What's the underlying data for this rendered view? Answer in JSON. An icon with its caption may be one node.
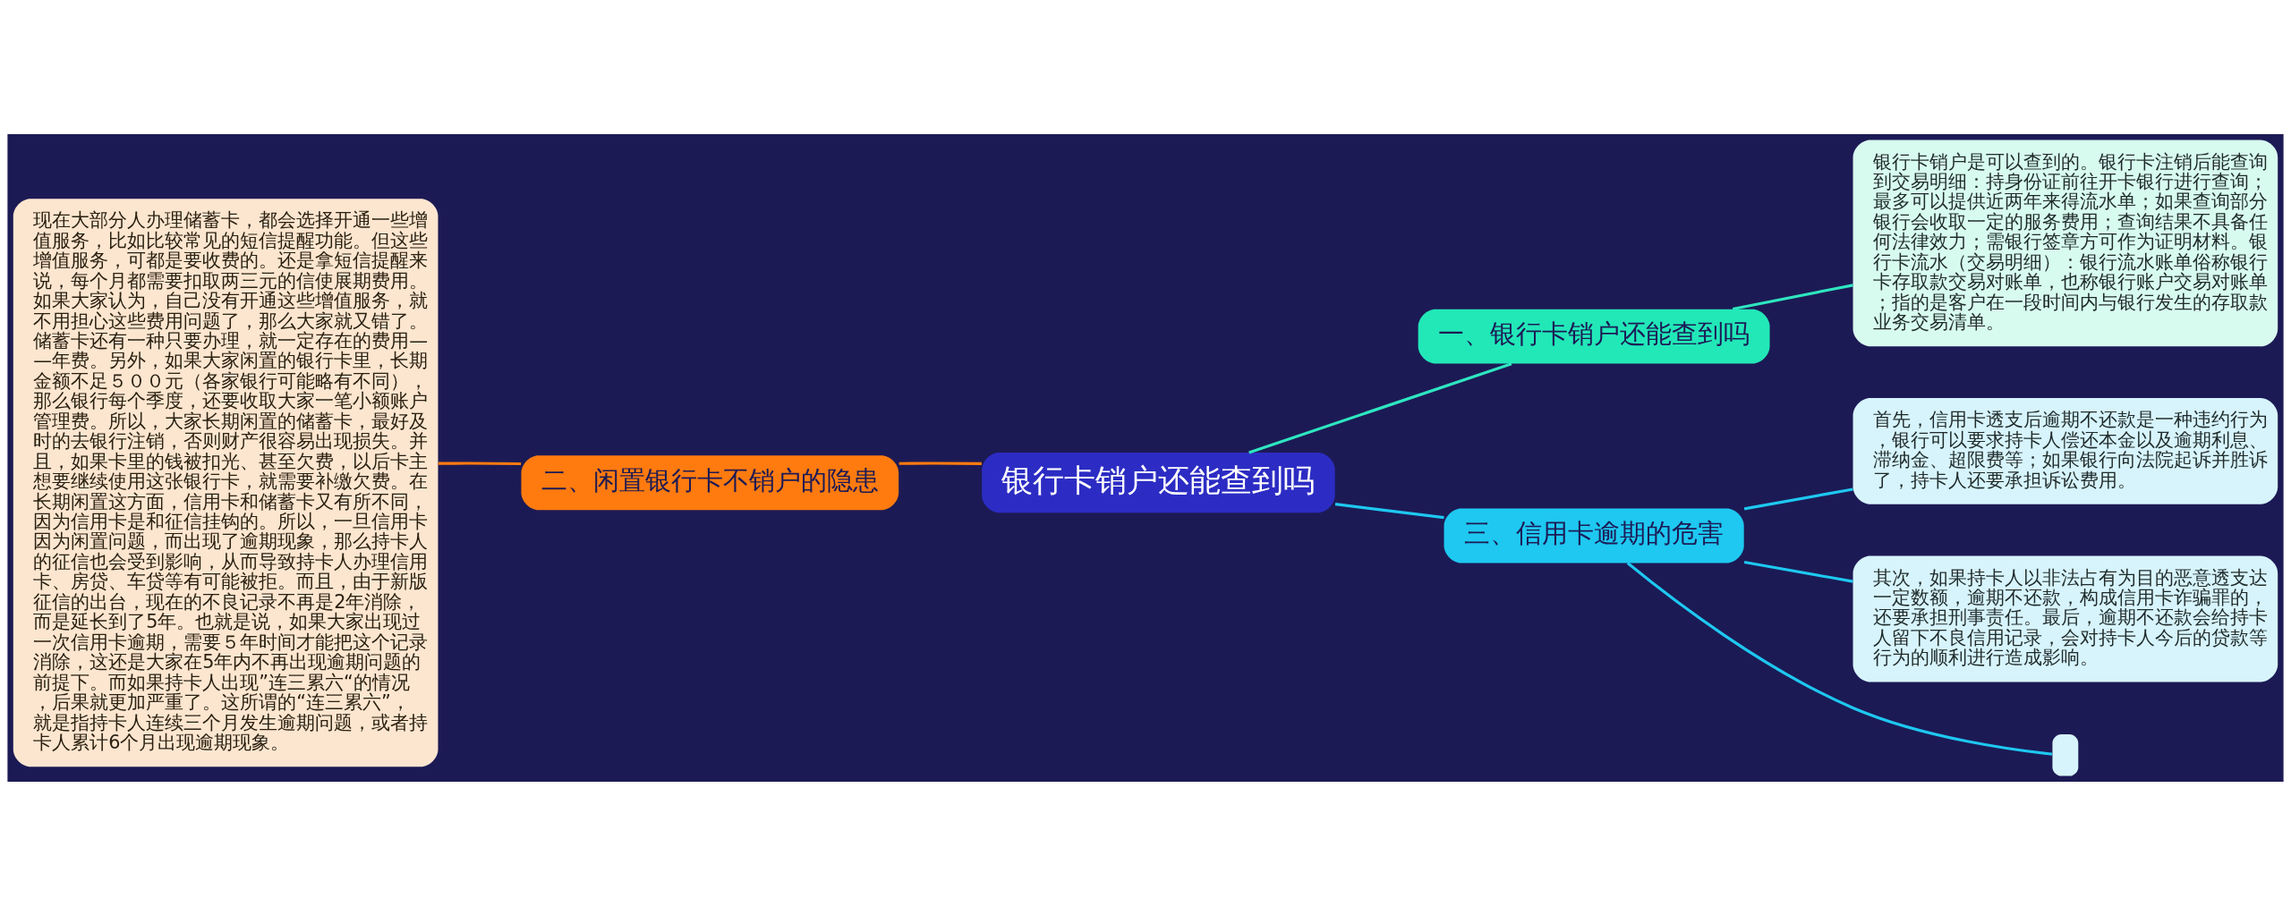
{
  "diagram": {
    "nodes": [
      {
        "text": [
          "银行卡销户还能查到吗"
        ]
      },
      {
        "text": [
          "一、银行卡销户还能查到吗"
        ]
      },
      {
        "text": [
          "银行卡销户是可以查到的。银行卡注销后能查询到交易明细：持身份证前往开卡银行进行查询；最多可以提供近两年来得流水单；如果查询部分银行会收取一定的服务费用；查询结果不具备任何法律效力；需银行签章方可作为证明材料。银行卡流水（交易明细）：银行流水账单俗称银行卡存取款交易对账单，也称银行账户交易对账单；指的是客户在一段时间内与银行发生的存取款业务交易清单。"
        ]
      },
      {
        "text": [
          "二、闲置银行卡不销户的隐患"
        ]
      },
      {
        "text": [
          "现在大部分人办理储蓄卡，都会选择开通一些增值服务，比如比较常见的短信提醒功能。但这些增值服务，可都是要收费的。还是拿短信提醒来说，每个月都需要扣取两三元的信使展期费用。如果大家认为，自己没有开通这些增值服务，就不用担心这些费用问题了，那么大家就又错了。储蓄卡还有一种只要办理，就一定存在的费用——年费。另外，如果大家闲置的银行卡里，长期金额不足５００元（各家银行可能略有不同），那么银行每个季度，还要收取大家一笔小额账户管理费。所以，大家长期闲置的储蓄卡，最好及时的去银行注销，否则财产很容易出现损失。并且，如果卡里的钱被扣光、甚至欠费，以后卡主想要继续使用这张银行卡，就需要补缴欠费。在长期闲置这方面，信用卡和储蓄卡又有所不同，因为信用卡是和征信挂钩的。所以，一旦信用卡因为闲置问题，而出现了逾期现象，那么持卡人的征信也会受到影响，从而导致持卡人办理信用卡、房贷、车贷等有可能被拒。而且，由于新版征信的出台，现在的不良记录不再是2年消除，而是延长到了5年。也就是说，如果大家出现过一次信用卡逾期，需要５年时间才能把这个记录消除，这还是大家在5年内不再出现逾期问题的前提下。而如果持卡人出现”连三累六“的情况，后果就更加严重了。这所谓的“连三累六”，就是指持卡人连续三个月发生逾期问题，或者持卡人累计6个月出现逾期现象。"
        ]
      },
      {
        "text": [
          "三、信用卡逾期的危害"
        ]
      },
      {
        "text": [
          "首先，信用卡透支后逾期不还款是一种违约行为，银行可以要求持卡人偿还本金以及逾期利息、滞纳金、超限费等；如果银行向法院起诉并胜诉了，持卡人还要承担诉讼费用。"
        ]
      },
      {
        "text": [
          "其次，如果持卡人以非法占有为目的恶意透支达一定数额，逾期不还款，构成信用卡诈骗罪的，还要承担刑事责任。最后，逾期不还款会给持卡人留下不良信用记录，会对持卡人今后的贷款等行为的顺利进行造成影响。"
        ]
      },
      {
        "text": [],
        "shape": "box"
      }
    ],
    "edges": [
      {
        "from": 0,
        "to": 1,
        "arrow": "none",
        "color": "#2ee6c0"
      },
      {
        "from": 1,
        "to": 2,
        "arrow": "none",
        "color": "#2ee6c0"
      },
      {
        "from": 0,
        "to": 3,
        "arrow": "none",
        "color": "#ff7b0f"
      },
      {
        "from": 3,
        "to": 4,
        "arrow": "none",
        "color": "#ff7b0f"
      },
      {
        "from": 0,
        "to": 5,
        "arrow": "none"
      },
      {
        "from": 5,
        "to": 6,
        "arrow": "none"
      },
      {
        "from": 5,
        "to": 7,
        "arrow": "none"
      },
      {
        "from": 5,
        "to": 8,
        "arrow": "none"
      }
    ]
  }
}
